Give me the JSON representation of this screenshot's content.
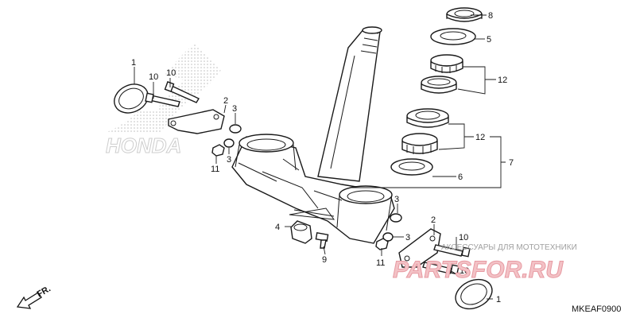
{
  "diagram": {
    "code": "MKEAF0900",
    "direction_label": "FR.",
    "callouts": [
      {
        "id": "c1-top",
        "label": "1"
      },
      {
        "id": "c10-a",
        "label": "10"
      },
      {
        "id": "c10-b",
        "label": "10"
      },
      {
        "id": "c2-top",
        "label": "2"
      },
      {
        "id": "c3-a",
        "label": "3"
      },
      {
        "id": "c3-b",
        "label": "3"
      },
      {
        "id": "c11-top",
        "label": "11"
      },
      {
        "id": "c8",
        "label": "8"
      },
      {
        "id": "c5",
        "label": "5"
      },
      {
        "id": "c12-a",
        "label": "12"
      },
      {
        "id": "c12-b",
        "label": "12"
      },
      {
        "id": "c7",
        "label": "7"
      },
      {
        "id": "c6",
        "label": "6"
      },
      {
        "id": "c3-c",
        "label": "3"
      },
      {
        "id": "c2-bot",
        "label": "2"
      },
      {
        "id": "c4",
        "label": "4"
      },
      {
        "id": "c9",
        "label": "9"
      },
      {
        "id": "c3-d",
        "label": "3"
      },
      {
        "id": "c10-c",
        "label": "10"
      },
      {
        "id": "c11-bot",
        "label": "11"
      },
      {
        "id": "c10-d",
        "label": "10"
      },
      {
        "id": "c1-bot",
        "label": "1"
      }
    ]
  },
  "watermark": {
    "brand": "HONDA",
    "site_caption": "АКСЕССУАРЫ ДЛЯ МОТОТЕХНИКИ",
    "site_name": "PARTSFOR.RU"
  }
}
